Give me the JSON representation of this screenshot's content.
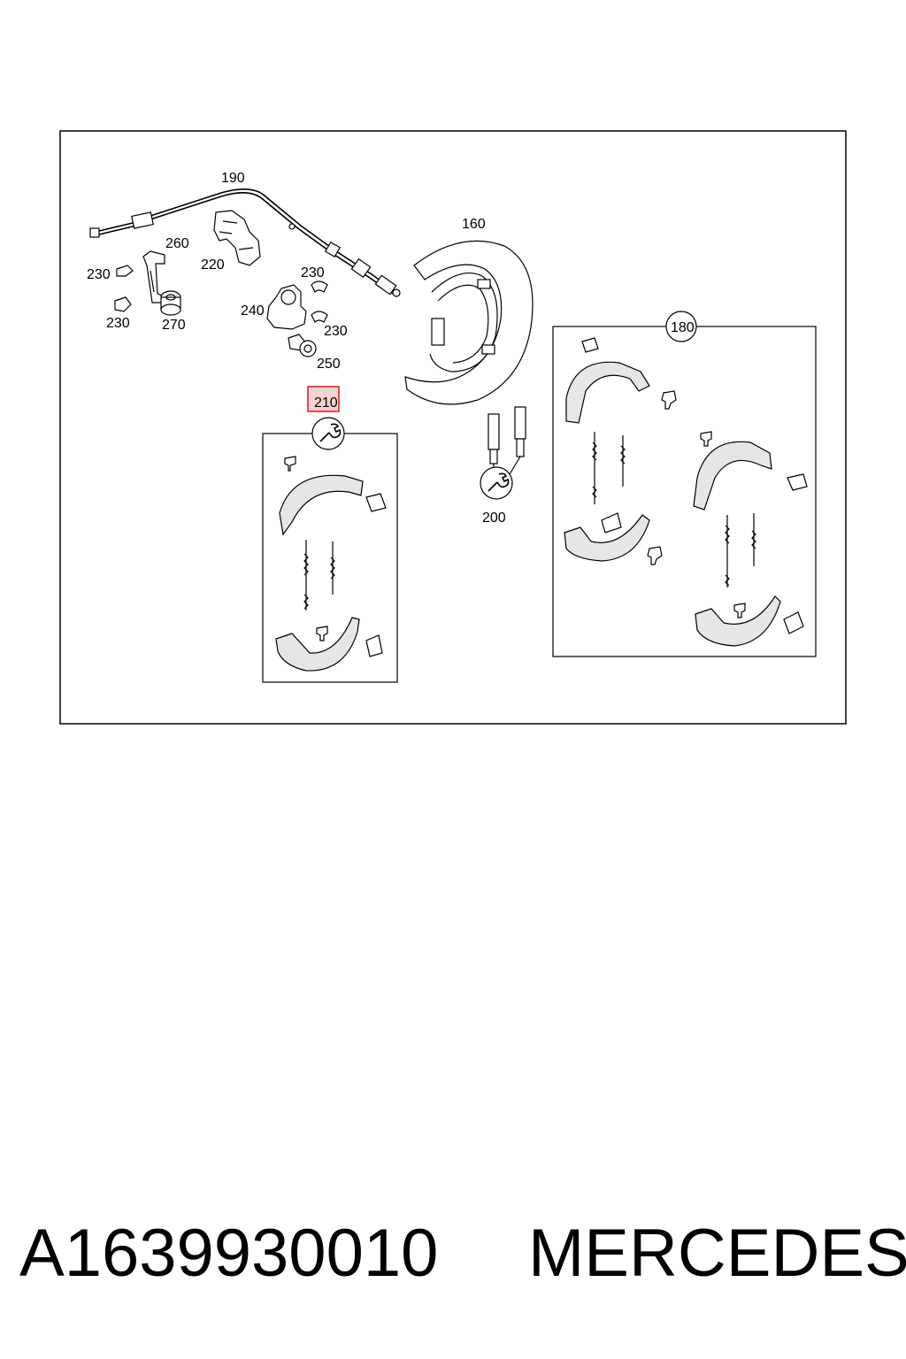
{
  "labels": {
    "l190": "190",
    "l160": "160",
    "l260": "260",
    "l220": "220",
    "l230a": "230",
    "l230b": "230",
    "l230c": "230",
    "l230d": "230",
    "l270": "270",
    "l240": "240",
    "l250": "250",
    "l210": "210",
    "l180": "180",
    "l200": "200"
  },
  "highlight_color": "#e0242b",
  "icons": [
    "wrench-icon",
    "wrench-icon"
  ],
  "footer": {
    "part_number": "A1639930010",
    "brand": "MERCEDES"
  }
}
